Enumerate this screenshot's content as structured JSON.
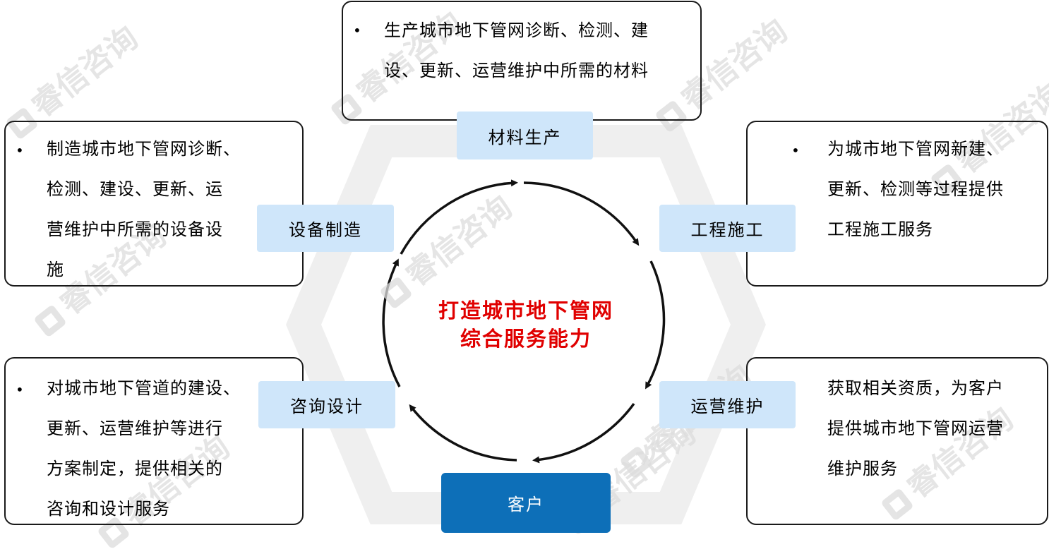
{
  "watermark": "睿信咨询",
  "center_title": "打造城市地下管网\n综合服务能力",
  "nodes": {
    "material": "材料生产",
    "equipment": "设备制造",
    "engineering": "工程施工",
    "consulting": "咨询设计",
    "operation": "运营维护",
    "customer": "客户"
  },
  "descriptions": {
    "material": "生产城市地下管网诊断、检测、建\n设、更新、运营维护中所需的材料",
    "equipment": "制造城市地下管网诊断、\n检测、建设、更新、运\n营维护中所需的设备设\n施",
    "engineering": "为城市地下管网新建、\n更新、检测等过程提供\n工程施工服务",
    "consulting": "对城市地下管道的建设、\n更新、运营维护等进行\n方案制定，提供相关的\n咨询和设计服务",
    "operation": "获取相关资质，为客户\n提供城市地下管网运营\n维护服务"
  },
  "bullet_symbol": "•"
}
